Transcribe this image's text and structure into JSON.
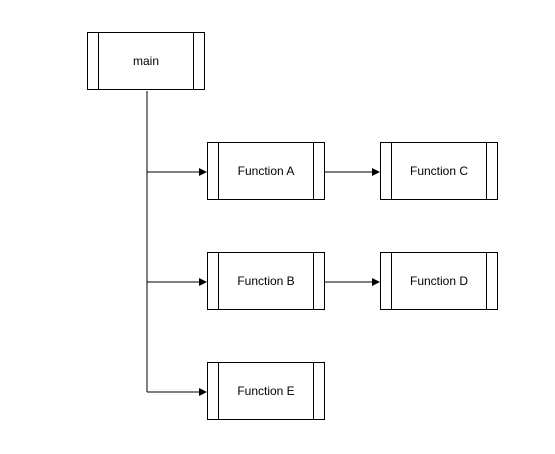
{
  "diagram": {
    "nodes": {
      "main": "main",
      "function_a": "Function A",
      "function_b": "Function B",
      "function_c": "Function C",
      "function_d": "Function D",
      "function_e": "Function E"
    },
    "edges": [
      {
        "from": "main",
        "to": "Function A"
      },
      {
        "from": "main",
        "to": "Function B"
      },
      {
        "from": "main",
        "to": "Function E"
      },
      {
        "from": "Function A",
        "to": "Function C"
      },
      {
        "from": "Function B",
        "to": "Function D"
      }
    ],
    "colors": {
      "stroke": "#000000",
      "fill": "#ffffff",
      "text": "#000000"
    }
  }
}
